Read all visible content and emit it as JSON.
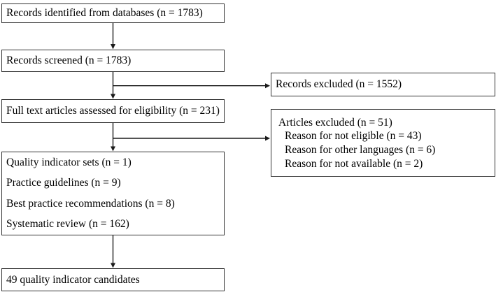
{
  "diagram": {
    "type": "flowchart",
    "colors": {
      "background": "#ffffff",
      "box_border": "#333333",
      "connector": "#1a1a1a",
      "text": "#000000"
    },
    "nodes": {
      "identified": {
        "label": "Records identified from databases (n = 1783)"
      },
      "screened": {
        "label": "Records screened (n = 1783)"
      },
      "records_excluded": {
        "label": "Records excluded (n = 1552)"
      },
      "fulltext_assessed": {
        "label": "Full text articles assessed for eligibility (n = 231)"
      },
      "articles_excluded": {
        "label": "Articles excluded (n = 51)",
        "reasons": [
          "Reason for not eligible (n = 43)",
          "Reason for other languages (n = 6)",
          "Reason for not available (n = 2)"
        ]
      },
      "included_breakdown": {
        "lines": [
          "Quality indicator sets (n = 1)",
          "Practice guidelines (n = 9)",
          "Best practice recommendations (n = 8)",
          "Systematic review (n = 162)"
        ]
      },
      "candidates": {
        "label": "49 quality indicator candidates"
      }
    }
  }
}
